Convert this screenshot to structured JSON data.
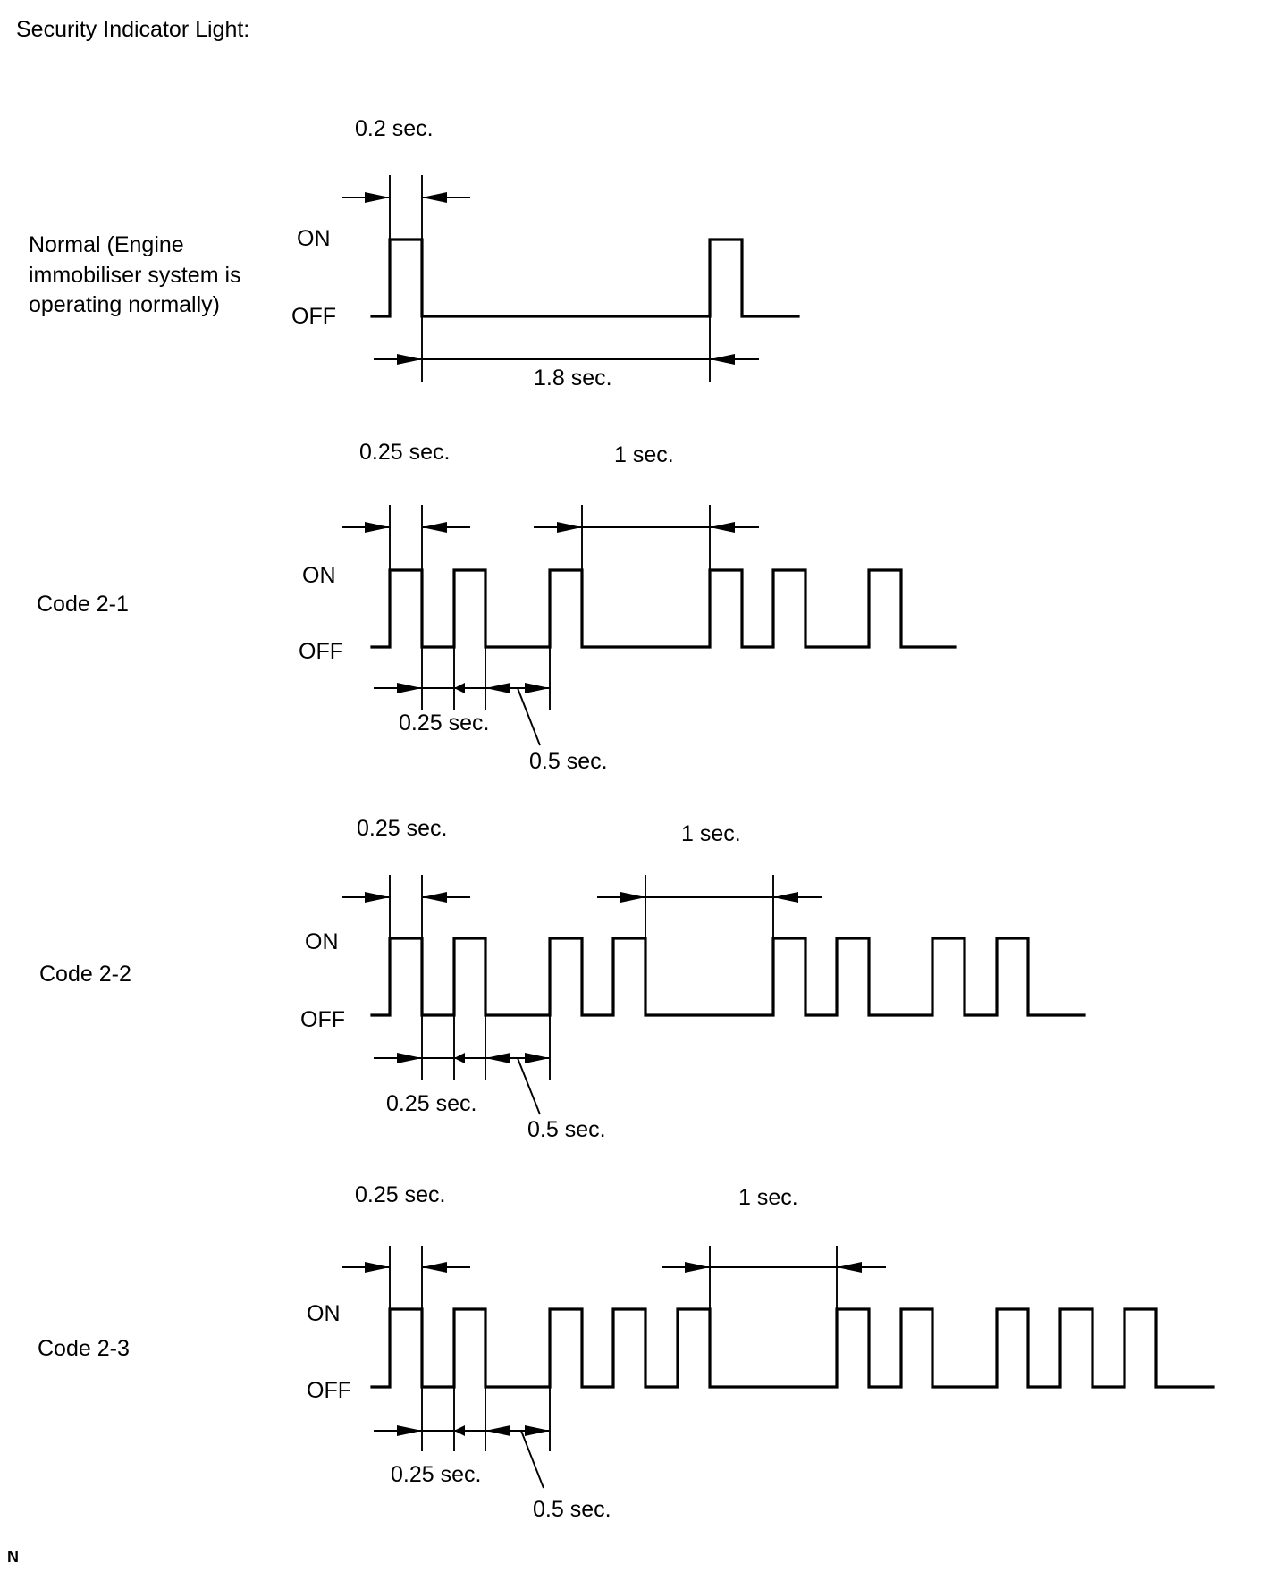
{
  "title": "Security Indicator Light:",
  "footer_mark": "N",
  "diagrams": [
    {
      "id": "normal",
      "label": [
        "Normal (Engine",
        "immobiliser system is",
        "operating normally)"
      ],
      "on_label": "ON",
      "off_label": "OFF",
      "pulse_width_label": "0.2 sec.",
      "period_label": "1.8 sec."
    },
    {
      "id": "code-2-1",
      "label": [
        "Code 2-1"
      ],
      "on_label": "ON",
      "off_label": "OFF",
      "pulse_width_label": "0.25 sec.",
      "gap_label": "1 sec.",
      "short_off_label": "0.25 sec.",
      "long_off_label": "0.5 sec."
    },
    {
      "id": "code-2-2",
      "label": [
        "Code 2-2"
      ],
      "on_label": "ON",
      "off_label": "OFF",
      "pulse_width_label": "0.25 sec.",
      "gap_label": "1 sec.",
      "short_off_label": "0.25 sec.",
      "long_off_label": "0.5 sec."
    },
    {
      "id": "code-2-3",
      "label": [
        "Code 2-3"
      ],
      "on_label": "ON",
      "off_label": "OFF",
      "pulse_width_label": "0.25 sec.",
      "gap_label": "1 sec.",
      "short_off_label": "0.25 sec.",
      "long_off_label": "0.5 sec."
    }
  ]
}
